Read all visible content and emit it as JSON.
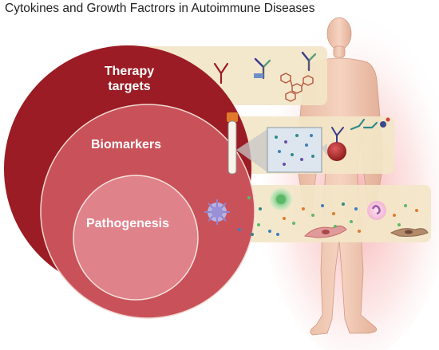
{
  "title": "Cytokines and Growth Factrors in Autoimmune Diseases",
  "circles": {
    "therapy": "Therapy targets",
    "biomarkers": "Biomarkers",
    "pathogenesis": "Pathogenesis"
  },
  "colors": {
    "therapy_circle": "#9b1c24",
    "biomarker_circle": "#c9525a",
    "pathogenesis_circle": "#e0828a",
    "panel_fill": "#f3e6c8",
    "body_skin": "#f0c9b4",
    "body_glow": "#f6b3b3"
  },
  "icons": [
    "human-body-figure",
    "antibody-icon",
    "bispecific-antibody-icon",
    "small-molecule-icon",
    "blood-sample-tube-icon",
    "assay-bead-icon",
    "dendritic-cell-icon",
    "lymphocyte-icon",
    "neutrophil-icon",
    "fibroblast-icon",
    "cytokine-dots"
  ]
}
